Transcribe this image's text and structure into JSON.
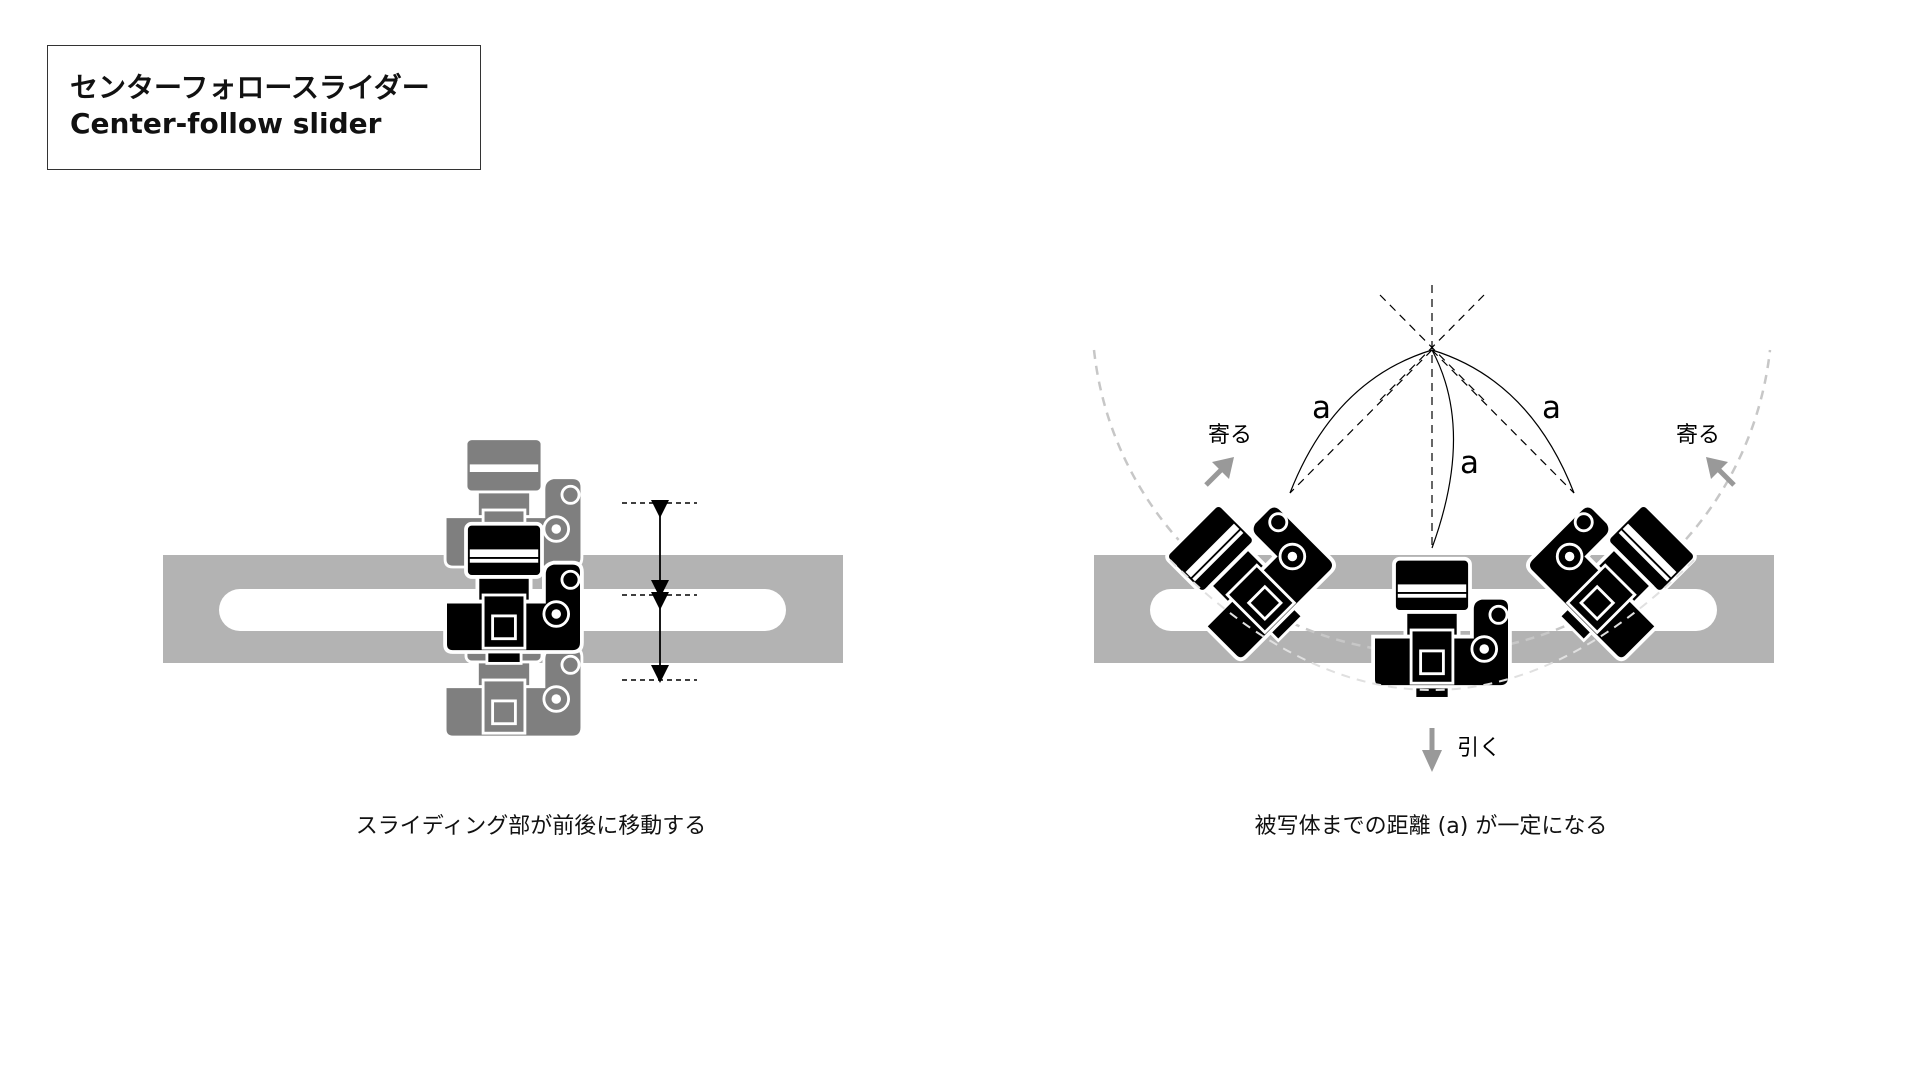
{
  "title": {
    "line_jp": "センターフォロースライダー",
    "line_en": "Center-follow slider"
  },
  "left_panel": {
    "caption": "スライディング部が前後に移動する"
  },
  "right_panel": {
    "caption": "被写体までの距離 (a) が一定になる",
    "distance_label": "a",
    "approach_label": "寄る",
    "retreat_label": "引く"
  },
  "colors": {
    "slider_rail": "#b3b3b3",
    "camera_body": "#000000",
    "ghost_camera": "#7f7f7f",
    "guide_dashed": "#c7c7c7",
    "arrow": "#999999"
  }
}
